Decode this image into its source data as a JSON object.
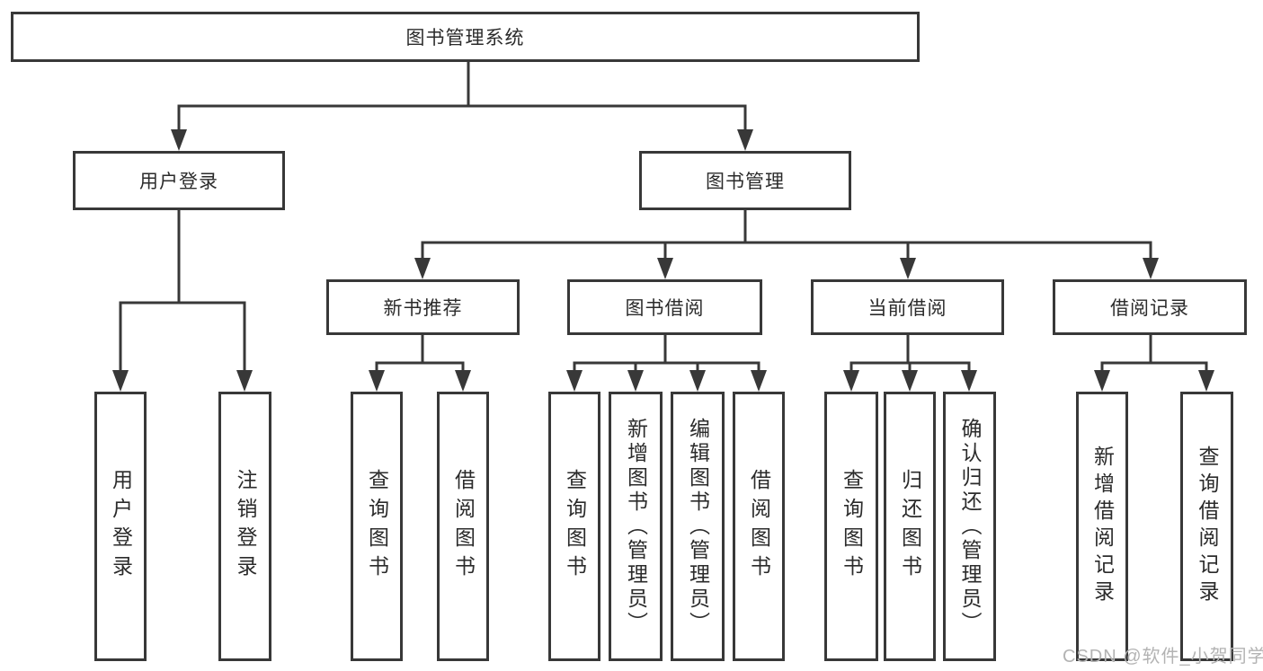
{
  "diagram": {
    "root": {
      "label": "图书管理系统"
    },
    "branches": {
      "user_login": {
        "label": "用户登录",
        "children": [
          "用户登录",
          "注销登录"
        ]
      },
      "book_mgmt": {
        "label": "图书管理"
      }
    },
    "modules": [
      {
        "label": "新书推荐",
        "children": [
          "查询图书",
          "借阅图书"
        ]
      },
      {
        "label": "图书借阅",
        "children": [
          "查询图书",
          "新增图书（管理员）",
          "编辑图书（管理员）",
          "借阅图书"
        ]
      },
      {
        "label": "当前借阅",
        "children": [
          "查询图书",
          "归还图书",
          "确认归还（管理员）"
        ]
      },
      {
        "label": "借阅记录",
        "children": [
          "新增借阅记录",
          "查询借阅记录"
        ]
      }
    ],
    "colors": {
      "line": "#383838",
      "box_border": "#383838",
      "box_fill": "#ffffff",
      "text": "#2b2b2b",
      "background": "#ffffff",
      "watermark": "#b3b3b3"
    }
  },
  "watermark": "CSDN @软件_小贺同学"
}
